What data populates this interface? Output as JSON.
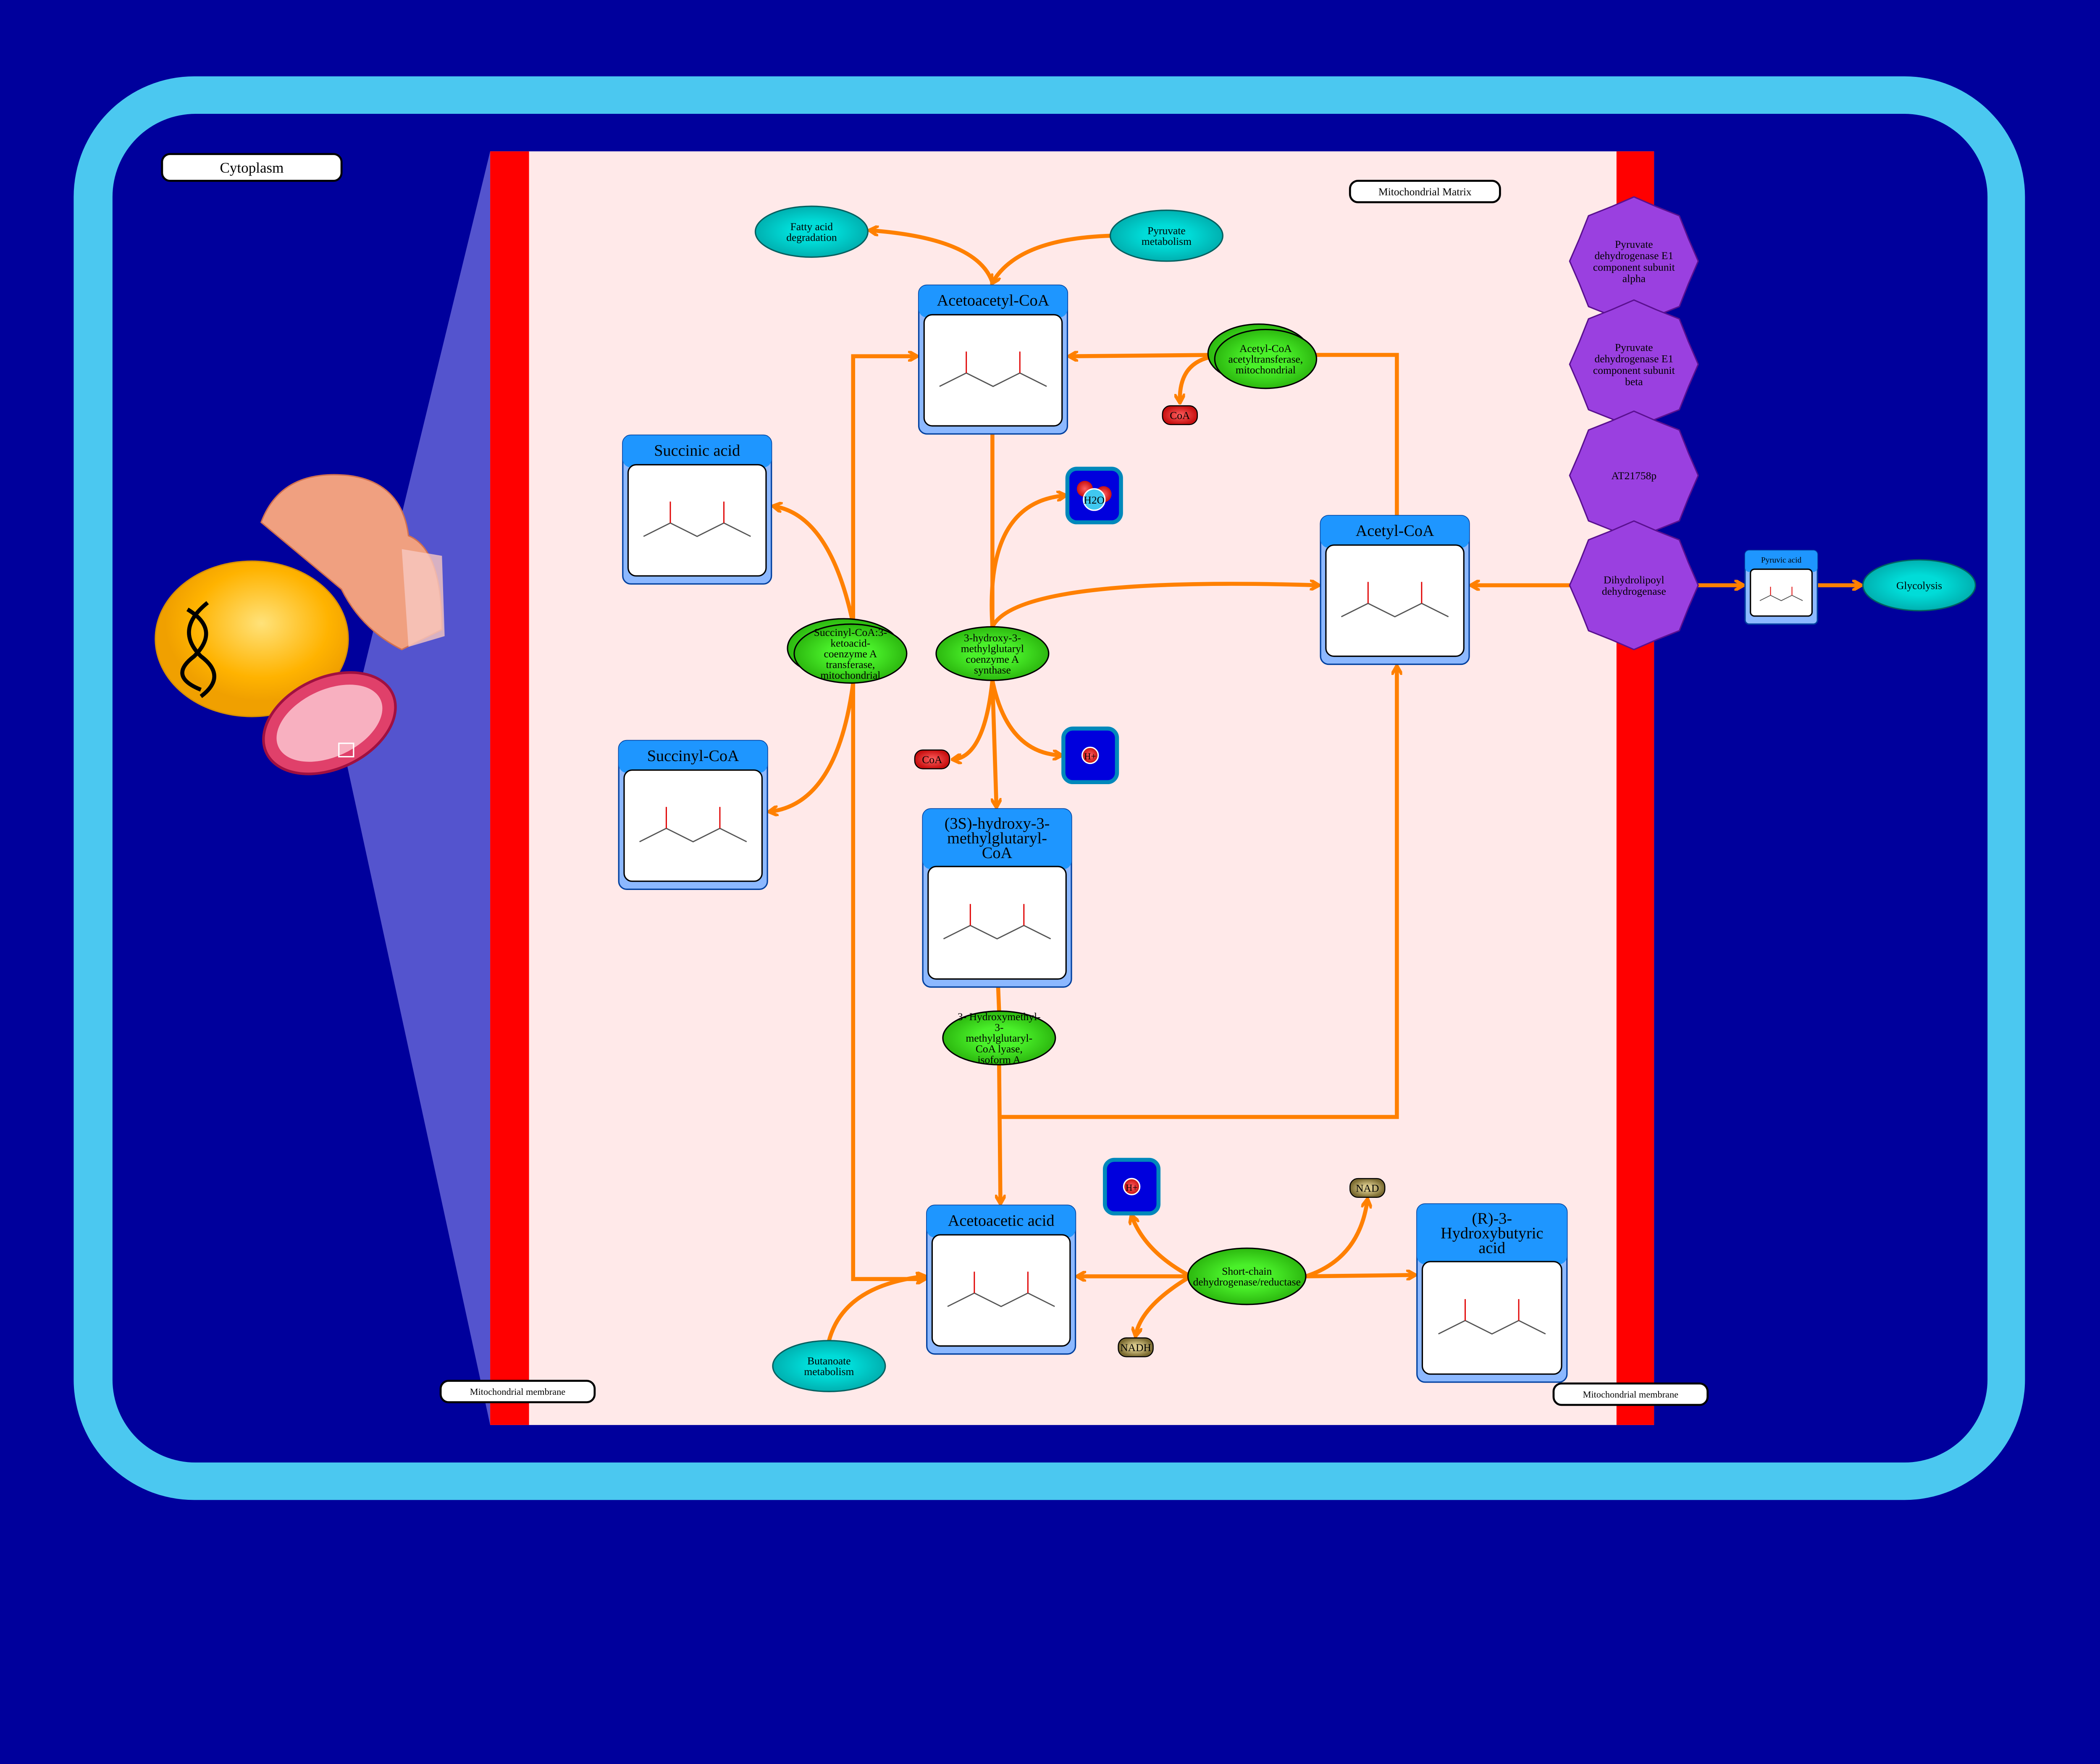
{
  "compartments": {
    "cytoplasm": "Cytoplasm",
    "matrix": "Mitochondrial Matrix",
    "membrane_left": "Mitochondrial membrane",
    "membrane_right": "Mitochondrial membrane"
  },
  "metabolites": {
    "acetoacetyl_coa": [
      "Acetoacetyl-CoA"
    ],
    "succinic_acid": [
      "Succinic acid"
    ],
    "acetyl_coa": [
      "Acetyl-CoA"
    ],
    "succinyl_coa": [
      "Succinyl-CoA"
    ],
    "hmg_coa": [
      "(3S)-hydroxy-3-",
      "methylglutaryl-",
      "CoA"
    ],
    "acetoacetic_acid": [
      "Acetoacetic acid"
    ],
    "hydroxybutyric_acid": [
      "(R)-3-",
      "Hydroxybutyric",
      "acid"
    ],
    "pyruvic_acid": [
      "Pyruvic acid"
    ]
  },
  "pathways": {
    "fatty_acid": [
      "Fatty acid",
      "degradation"
    ],
    "pyruvate": [
      "Pyruvate",
      "metabolism"
    ],
    "butanoate": [
      "Butanoate",
      "metabolism"
    ],
    "glycolysis": [
      "Glycolysis"
    ]
  },
  "enzymes": {
    "acat": [
      "Acetyl-CoA",
      "acetyltransferase,",
      "mitochondrial"
    ],
    "scot": [
      "Succinyl-CoA:3-",
      "ketoacid-",
      "coenzyme A",
      "transferase,",
      "mitochondrial"
    ],
    "hmgcs": [
      "3-hydroxy-3-",
      "methylglutaryl",
      "coenzyme A",
      "synthase"
    ],
    "hmgcl": [
      "3- Hydroxymethyl-",
      "3-",
      "methylglutaryl-",
      "CoA lyase,",
      "isoform A"
    ],
    "bdh": [
      "Short-chain",
      "dehydrogenase/reductase"
    ]
  },
  "complex_proteins": {
    "pdh_alpha": [
      "Pyruvate",
      "dehydrogenase E1",
      "component subunit",
      "alpha"
    ],
    "pdh_beta": [
      "Pyruvate",
      "dehydrogenase E1",
      "component subunit",
      "beta"
    ],
    "at21758p": [
      "AT21758p"
    ],
    "dld": [
      "Dihydrolipoyl",
      "dehydrogenase"
    ]
  },
  "cofactors": {
    "coa_1": "CoA",
    "coa_2": "CoA",
    "nad": "NAD",
    "nadh": "NADH"
  },
  "ions": {
    "h2o": "H2O",
    "h_plus_1": "H+",
    "h_plus_2": "H+"
  },
  "colors": {
    "background": "#00009c",
    "cell_border": "#4bc8f0",
    "matrix": "#ffe9e9",
    "membrane": "#ff0000",
    "arrow": "#ff8000",
    "enzyme": "#3fe020",
    "pathway": "#00c8c8",
    "metabolite_header": "#1e96ff",
    "protein_complex": "#9a40e0"
  }
}
